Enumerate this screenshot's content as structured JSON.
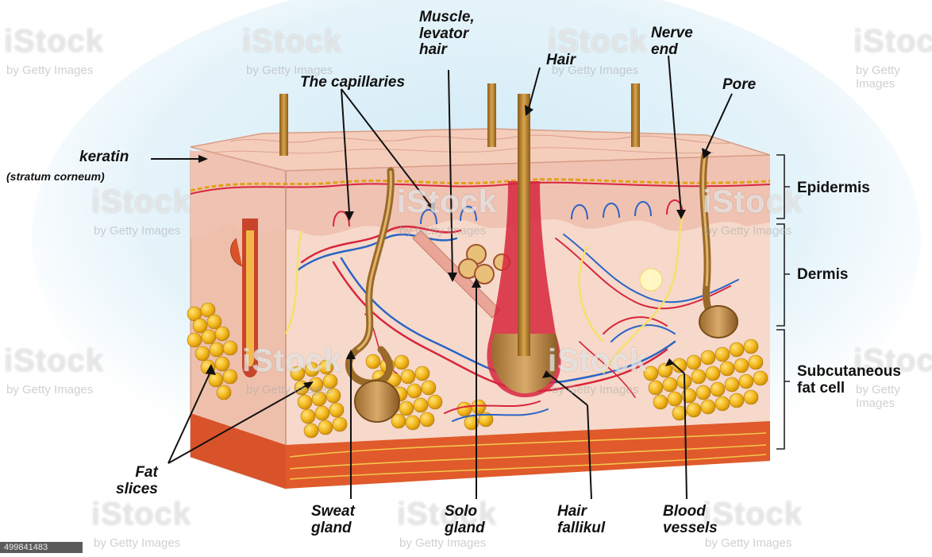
{
  "labels": {
    "muscle": [
      "Muscle,",
      "levator",
      "hair"
    ],
    "nerve": [
      "Nerve",
      "end"
    ],
    "hair": "Hair",
    "capillaries": "The capillaries",
    "pore": "Pore",
    "keratin": "keratin",
    "stratum": "(stratum corneum)",
    "epidermis": "Epidermis",
    "dermis": "Dermis",
    "subcutaneous": [
      "Subcutaneous",
      "fat cell"
    ],
    "fat_slices": [
      "Fat",
      "slices"
    ],
    "sweat_gland": [
      "Sweat",
      "gland"
    ],
    "solo_gland": [
      "Solo",
      "gland"
    ],
    "hair_follicle": [
      "Hair",
      "fallikul"
    ],
    "blood_vessels": [
      "Blood",
      "vessels"
    ]
  },
  "watermark": {
    "text": "iStock",
    "sub": "by Getty Images"
  },
  "stock_id": "499841483",
  "colors": {
    "skin_surface": "#f0c9b8",
    "dermis": "#f5d6c6",
    "fat": "#f2b619",
    "artery": "#d7263d",
    "vein": "#2a64c5",
    "hair": "#b77f2e",
    "muscle_base": "#e05a2b"
  }
}
